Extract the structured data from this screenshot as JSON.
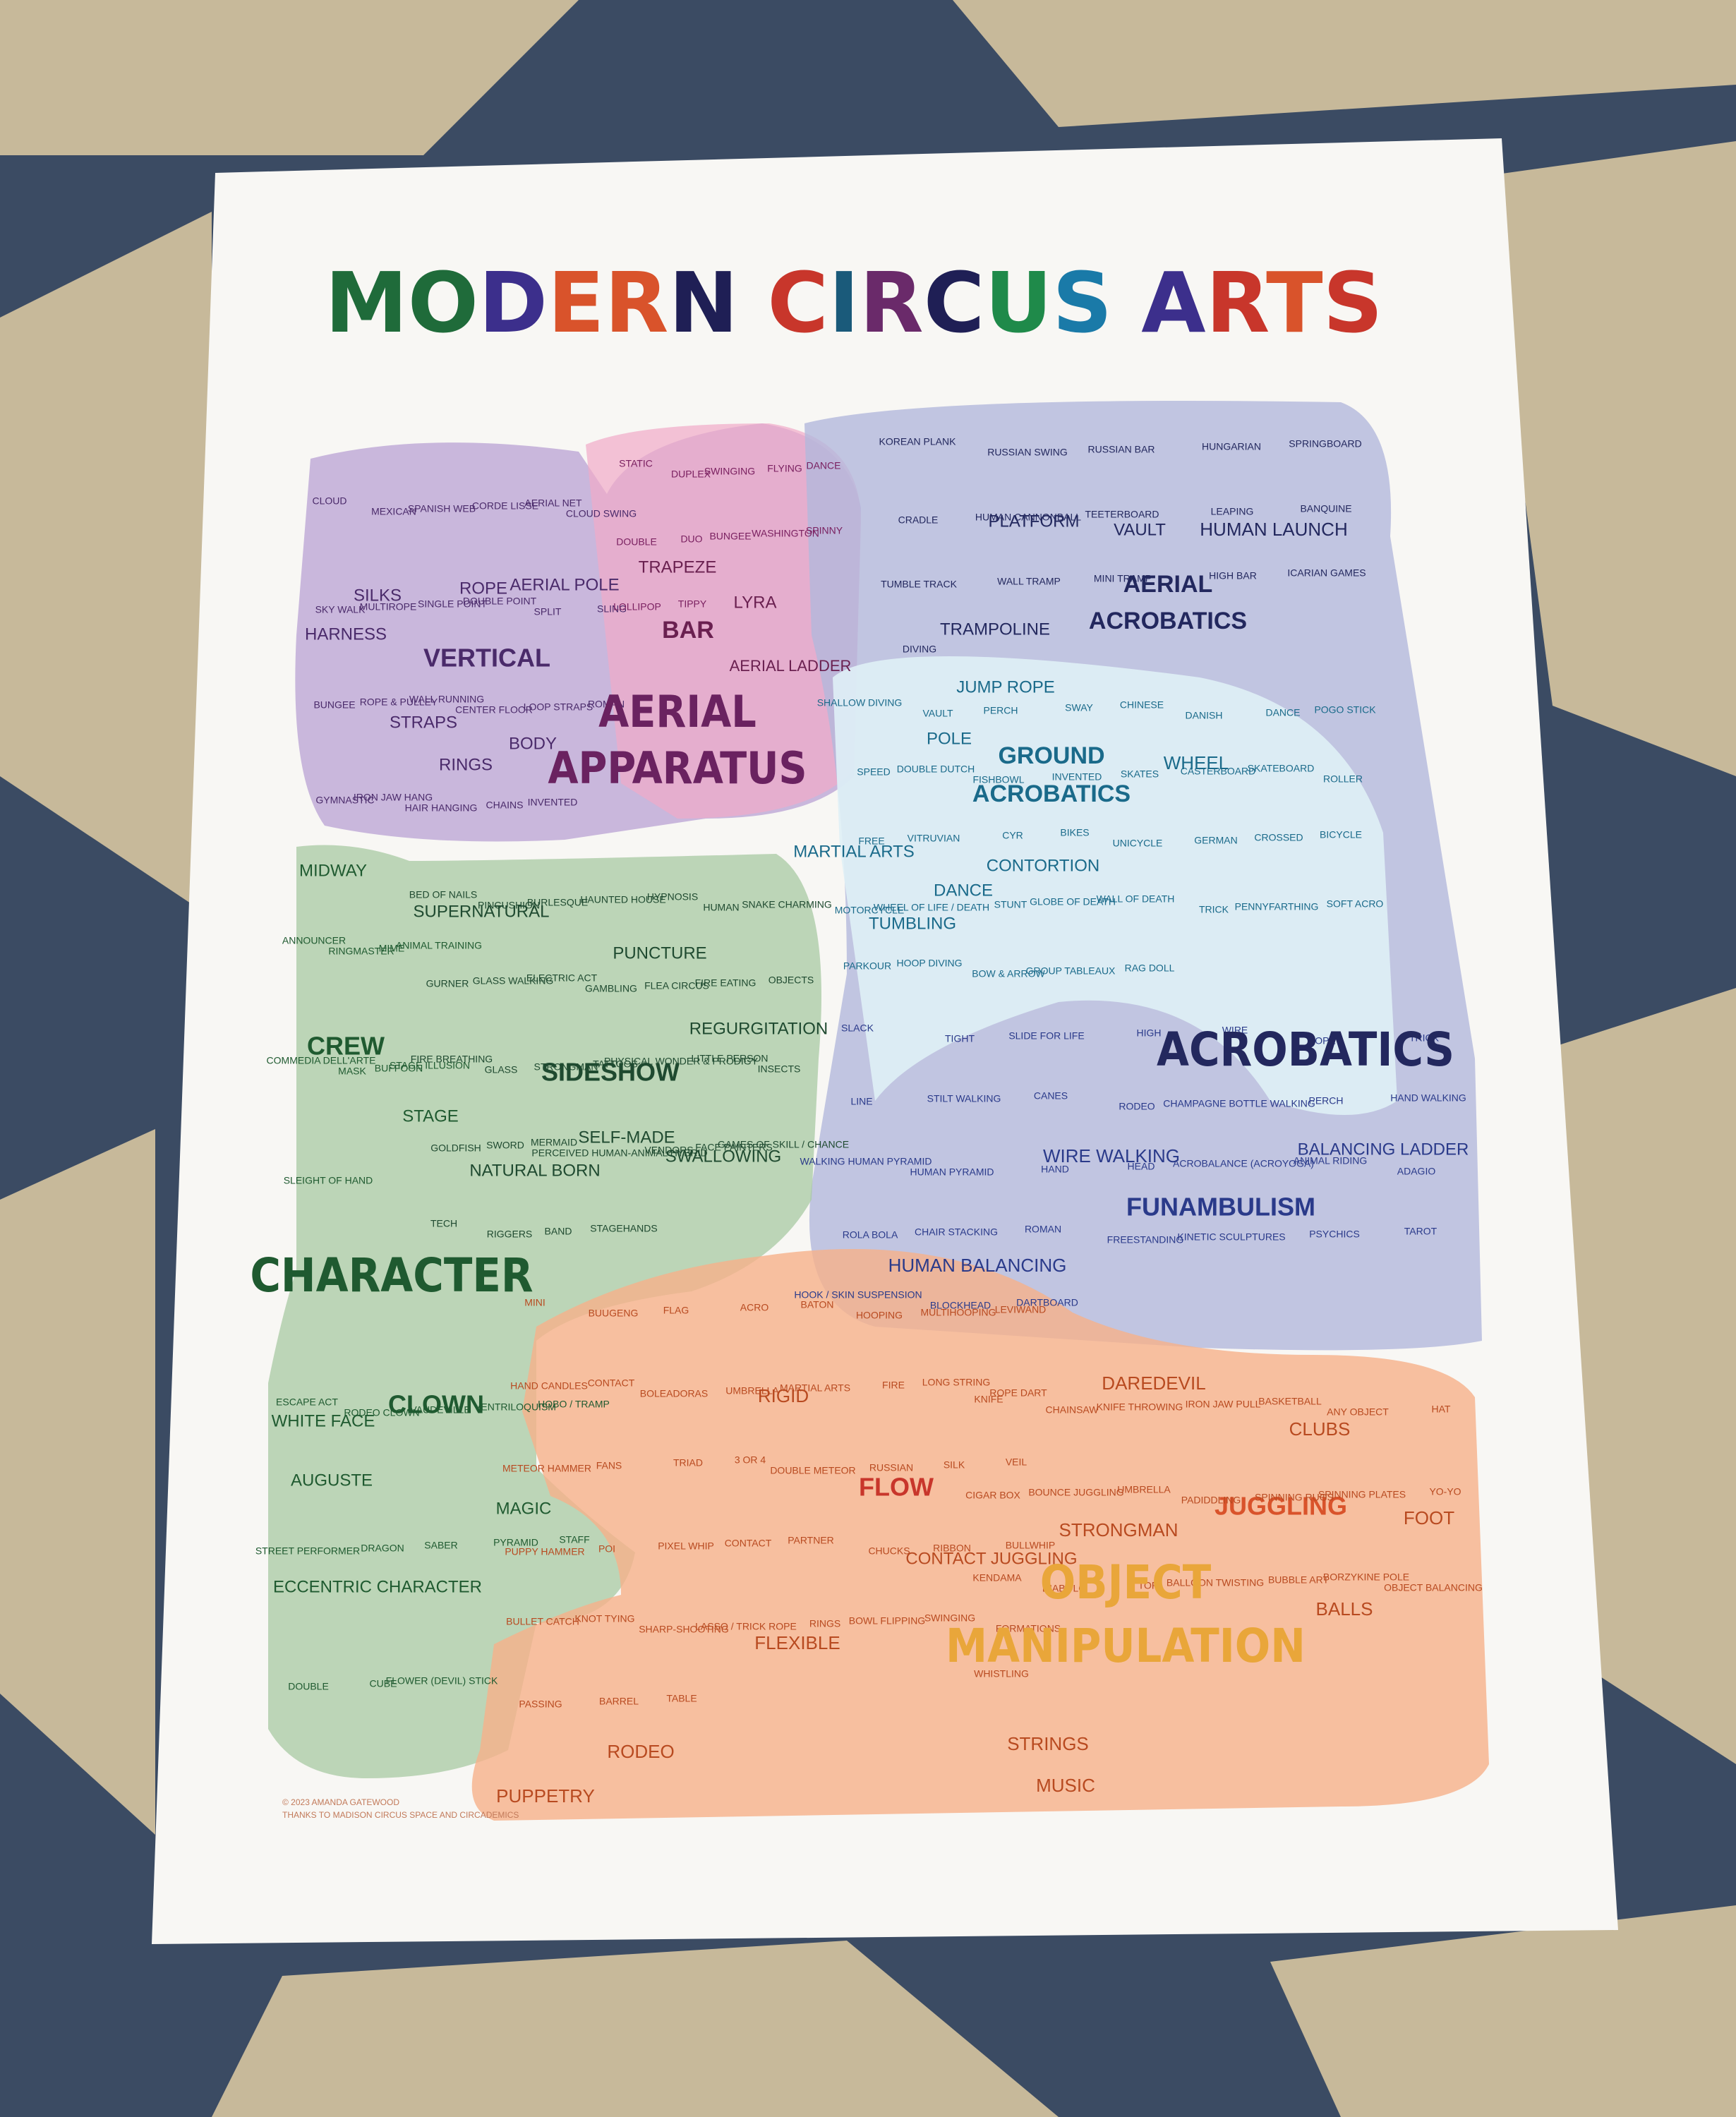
{
  "title": {
    "letters": [
      {
        "ch": "M",
        "color": "#1f6b3a"
      },
      {
        "ch": "O",
        "color": "#1f6b3a"
      },
      {
        "ch": "D",
        "color": "#3c2f8c"
      },
      {
        "ch": "E",
        "color": "#d9532b"
      },
      {
        "ch": "R",
        "color": "#d9532b"
      },
      {
        "ch": "N",
        "color": "#1f1f55"
      },
      {
        "ch": " ",
        "color": "#000000"
      },
      {
        "ch": "C",
        "color": "#c8362b"
      },
      {
        "ch": "I",
        "color": "#1a5a7a"
      },
      {
        "ch": "R",
        "color": "#6a2a6a"
      },
      {
        "ch": "C",
        "color": "#1f1f55"
      },
      {
        "ch": "U",
        "color": "#1f8a4a"
      },
      {
        "ch": "S",
        "color": "#1a7aa8"
      },
      {
        "ch": " ",
        "color": "#000000"
      },
      {
        "ch": "A",
        "color": "#3c2f8c"
      },
      {
        "ch": "R",
        "color": "#c8362b"
      },
      {
        "ch": "T",
        "color": "#d9532b"
      },
      {
        "ch": "S",
        "color": "#c8362b"
      }
    ]
  },
  "credits": [
    "© 2023 AMANDA GATEWOOD",
    "THANKS TO MADISON CIRCUS SPACE AND CIRCADEMICS"
  ],
  "regions": [
    {
      "id": "aerial-apparatus",
      "color": "#b9a2d4",
      "label": [
        "AERIAL",
        "APPARATUS"
      ],
      "label_color": "#6a2260"
    },
    {
      "id": "acrobatics",
      "color": "#b3b8dc",
      "label": [
        "ACROBATICS"
      ],
      "label_color": "#23285e"
    },
    {
      "id": "character",
      "color": "#a8c9a3",
      "label": [
        "CHARACTER"
      ],
      "label_color": "#1f5a30"
    },
    {
      "id": "object-manipulation",
      "color": "#f6b08a",
      "label": [
        "OBJECT",
        "MANIPULATION"
      ],
      "label_color": "#e9a63a"
    }
  ],
  "labels": [
    {
      "t": "VERTICAL",
      "c": "#4a2a6a",
      "s": 36,
      "b": true
    },
    {
      "t": "SILKS",
      "c": "#4a2a6a",
      "s": 24
    },
    {
      "t": "ROPE",
      "c": "#4a2a6a",
      "s": 24
    },
    {
      "t": "AERIAL POLE",
      "c": "#4a2a6a",
      "s": 24
    },
    {
      "t": "HARNESS",
      "c": "#4a2a6a",
      "s": 24
    },
    {
      "t": "STRAPS",
      "c": "#4a2a6a",
      "s": 24
    },
    {
      "t": "RINGS",
      "c": "#4a2a6a",
      "s": 24
    },
    {
      "t": "BODY",
      "c": "#4a2a6a",
      "s": 24
    },
    {
      "t": "TRAPEZE",
      "c": "#6a2050",
      "s": 24
    },
    {
      "t": "BAR",
      "c": "#6a2050",
      "s": 34,
      "b": true
    },
    {
      "t": "LYRA",
      "c": "#6a2050",
      "s": 24
    },
    {
      "t": "AERIAL LADDER",
      "c": "#6a2050",
      "s": 22
    },
    {
      "t": "AERIAL",
      "c": "#23285e",
      "s": 34,
      "b": true
    },
    {
      "t": "ACROBATICS",
      "c": "#23285e",
      "s": 34,
      "b": true
    },
    {
      "t": "PLATFORM",
      "c": "#23285e",
      "s": 24
    },
    {
      "t": "VAULT",
      "c": "#23285e",
      "s": 24
    },
    {
      "t": "HUMAN LAUNCH",
      "c": "#23285e",
      "s": 26
    },
    {
      "t": "TRAMPOLINE",
      "c": "#23285e",
      "s": 24
    },
    {
      "t": "GROUND",
      "c": "#1a6a8a",
      "s": 34,
      "b": true
    },
    {
      "t": "ACROBATICS",
      "c": "#1a6a8a",
      "s": 34,
      "b": true
    },
    {
      "t": "JUMP ROPE",
      "c": "#1a6a8a",
      "s": 24
    },
    {
      "t": "POLE",
      "c": "#1a6a8a",
      "s": 24
    },
    {
      "t": "WHEEL",
      "c": "#1a6a8a",
      "s": 26
    },
    {
      "t": "MARTIAL ARTS",
      "c": "#1a6a8a",
      "s": 24
    },
    {
      "t": "CONTORTION",
      "c": "#1a6a8a",
      "s": 24
    },
    {
      "t": "DANCE",
      "c": "#1a6a8a",
      "s": 24
    },
    {
      "t": "TUMBLING",
      "c": "#1a6a8a",
      "s": 24
    },
    {
      "t": "FUNAMBULISM",
      "c": "#2a3a8a",
      "s": 36,
      "b": true
    },
    {
      "t": "WIRE WALKING",
      "c": "#2a3a8a",
      "s": 26
    },
    {
      "t": "HUMAN BALANCING",
      "c": "#2a3a8a",
      "s": 26
    },
    {
      "t": "BALANCING LADDER",
      "c": "#2a3a8a",
      "s": 24
    },
    {
      "t": "SIDESHOW",
      "c": "#1f4a30",
      "s": 36,
      "b": true
    },
    {
      "t": "SUPERNATURAL",
      "c": "#1f4a30",
      "s": 24
    },
    {
      "t": "PUNCTURE",
      "c": "#1f4a30",
      "s": 24
    },
    {
      "t": "REGURGITATION",
      "c": "#1f4a30",
      "s": 24
    },
    {
      "t": "SELF-MADE",
      "c": "#1f4a30",
      "s": 24
    },
    {
      "t": "NATURAL BORN",
      "c": "#1f4a30",
      "s": 24
    },
    {
      "t": "SWALLOWING",
      "c": "#1f4a30",
      "s": 24
    },
    {
      "t": "CREW",
      "c": "#1f5a30",
      "s": 36,
      "b": true
    },
    {
      "t": "STAGE",
      "c": "#1f5a30",
      "s": 24
    },
    {
      "t": "MIDWAY",
      "c": "#1f5a30",
      "s": 24
    },
    {
      "t": "CLOWN",
      "c": "#1f5a30",
      "s": 36,
      "b": true
    },
    {
      "t": "WHITE FACE",
      "c": "#1f5a30",
      "s": 24
    },
    {
      "t": "AUGUSTE",
      "c": "#1f5a30",
      "s": 24
    },
    {
      "t": "ECCENTRIC CHARACTER",
      "c": "#1f5a30",
      "s": 24
    },
    {
      "t": "MAGIC",
      "c": "#1f5a30",
      "s": 24
    },
    {
      "t": "FLOW",
      "c": "#c8362b",
      "s": 36,
      "b": true
    },
    {
      "t": "RIGID",
      "c": "#b84a20",
      "s": 26
    },
    {
      "t": "FLEXIBLE",
      "c": "#b84a20",
      "s": 26
    },
    {
      "t": "JUGGLING",
      "c": "#d9532b",
      "s": 36,
      "b": true
    },
    {
      "t": "CLUBS",
      "c": "#b84a20",
      "s": 26
    },
    {
      "t": "BALLS",
      "c": "#b84a20",
      "s": 26
    },
    {
      "t": "FOOT",
      "c": "#b84a20",
      "s": 26
    },
    {
      "t": "DAREDEVIL",
      "c": "#b84a20",
      "s": 26
    },
    {
      "t": "STRONGMAN",
      "c": "#b84a20",
      "s": 26
    },
    {
      "t": "CONTACT JUGGLING",
      "c": "#b84a20",
      "s": 24
    },
    {
      "t": "STRINGS",
      "c": "#b84a20",
      "s": 26
    },
    {
      "t": "MUSIC",
      "c": "#b84a20",
      "s": 26
    },
    {
      "t": "RODEO",
      "c": "#b84a20",
      "s": 26
    },
    {
      "t": "PUPPETRY",
      "c": "#b84a20",
      "s": 26
    }
  ],
  "small_labels": [
    "CLOUD",
    "MEXICAN",
    "SPANISH WEB",
    "CORDE LISSE",
    "AERIAL NET",
    "CLOUD SWING",
    "SKY WALK",
    "MULTIROPE",
    "SINGLE POINT",
    "DOUBLE POINT",
    "SPLIT",
    "SLING",
    "BUNGEE",
    "ROPE & PULLEY",
    "WALL RUNNING",
    "CENTER FLOOR",
    "LOOP STRAPS",
    "ROMAN",
    "GYMNASTIC",
    "IRON JAW HANG",
    "HAIR HANGING",
    "CHAINS",
    "INVENTED",
    "STATIC",
    "DUPLEX",
    "SWINGING",
    "FLYING",
    "DANCE",
    "DOUBLE",
    "DUO",
    "BUNGEE",
    "WASHINGTON",
    "SPINNY",
    "LOLLIPOP",
    "TIPPY",
    "KOREAN PLANK",
    "RUSSIAN SWING",
    "RUSSIAN BAR",
    "HUNGARIAN",
    "SPRINGBOARD",
    "CRADLE",
    "HUMAN CANNONBALL",
    "TEETERBOARD",
    "LEAPING",
    "BANQUINE",
    "TUMBLE TRACK",
    "WALL TRAMP",
    "MINI TRAMP",
    "HIGH BAR",
    "ICARIAN GAMES",
    "DIVING",
    "SHALLOW DIVING",
    "VAULT",
    "PERCH",
    "SWAY",
    "CHINESE",
    "DANISH",
    "DANCE",
    "POGO STICK",
    "SPEED",
    "DOUBLE DUTCH",
    "FISHBOWL",
    "INVENTED",
    "SKATES",
    "CASTERBOARD",
    "SKATEBOARD",
    "ROLLER",
    "FREE",
    "VITRUVIAN",
    "CYR",
    "BIKES",
    "UNICYCLE",
    "GERMAN",
    "CROSSED",
    "BICYCLE",
    "MOTORCYCLE",
    "WHEEL OF LIFE / DEATH",
    "STUNT",
    "GLOBE OF DEATH",
    "WALL OF DEATH",
    "TRICK",
    "PENNYFARTHING",
    "SOFT ACRO",
    "PARKOUR",
    "HOOP DIVING",
    "BOW & ARROW",
    "GROUP TABLEAUX",
    "RAG DOLL",
    "SLACK",
    "TIGHT",
    "SLIDE FOR LIFE",
    "HIGH",
    "WIRE",
    "ROPE",
    "TRICK",
    "LINE",
    "STILT WALKING",
    "CANES",
    "RODEO",
    "CHAMPAGNE BOTTLE WALKING",
    "PERCH",
    "HAND WALKING",
    "WALKING HUMAN PYRAMID",
    "HUMAN PYRAMID",
    "HAND",
    "HEAD",
    "ACROBALANCE (ACROYOGA)",
    "ANIMAL RIDING",
    "ADAGIO",
    "ROLA BOLA",
    "CHAIR STACKING",
    "ROMAN",
    "FREESTANDING",
    "KINETIC SCULPTURES",
    "PSYCHICS",
    "TAROT",
    "HOOK / SKIN SUSPENSION",
    "BLOCKHEAD",
    "DARTBOARD",
    "BED OF NAILS",
    "PINCUSHION",
    "BURLESQUE",
    "HAUNTED HOUSE",
    "HYPNOSIS",
    "HUMAN",
    "SNAKE CHARMING",
    "GURNER",
    "GLASS WALKING",
    "ELECTRIC ACT",
    "GAMBLING",
    "FLEA CIRCUS",
    "FIRE EATING",
    "OBJECTS",
    "FIRE BREATHING",
    "GLASS",
    "STRONGMAN",
    "TATTOOS",
    "PHYSICAL WONDER & PRODIGY",
    "LITTLE PERSON",
    "INSECTS",
    "GOLDFISH",
    "SWORD",
    "MERMAID",
    "PERCEIVED HUMAN-ANIMAL HYBRID",
    "VENDORS",
    "FACE PAINTERS",
    "GAMES OF SKILL / CHANCE",
    "TECH",
    "RIGGERS",
    "BAND",
    "STAGEHANDS",
    "ANNOUNCER",
    "RINGMASTER",
    "MIME",
    "ANIMAL TRAINING",
    "COMMEDIA DELL'ARTE",
    "MASK",
    "BUFFOON",
    "STAGE ILLUSION",
    "SLEIGHT OF HAND",
    "ESCAPE ACT",
    "RODEO CLOWN",
    "VAUDEVILLE",
    "VENTRILOQUISM",
    "HOBO / TRAMP",
    "STREET PERFORMER",
    "DRAGON",
    "SABER",
    "PYRAMID",
    "STAFF",
    "DOUBLE",
    "CUBE",
    "FLOWER (DEVIL) STICK",
    "MINI",
    "BUUGENG",
    "FLAG",
    "ACRO",
    "BATON",
    "HOOPING",
    "MULTIHOOPING",
    "LEVIWAND",
    "HAND CANDLES",
    "CONTACT",
    "BOLEADORAS",
    "UMBRELLA",
    "MARTIAL ARTS",
    "FIRE",
    "LONG STRING",
    "ROPE DART",
    "METEOR HAMMER",
    "FANS",
    "TRIAD",
    "3 OR 4",
    "DOUBLE METEOR",
    "RUSSIAN",
    "SILK",
    "VEIL",
    "PUPPY HAMMER",
    "POI",
    "PIXEL WHIP",
    "CONTACT",
    "PARTNER",
    "CHUCKS",
    "RIBBON",
    "BULLWHIP",
    "BULLET CATCH",
    "KNOT TYING",
    "SHARP-SHOOTING",
    "LASSO / TRICK ROPE",
    "RINGS",
    "BOWL FLIPPING",
    "SWINGING",
    "FORMATIONS",
    "PASSING",
    "BARREL",
    "TABLE",
    "KNIFE",
    "CHAINSAW",
    "KNIFE THROWING",
    "IRON JAW PULL",
    "BASKETBALL",
    "ANY OBJECT",
    "HAT",
    "CIGAR BOX",
    "BOUNCE JUGGLING",
    "UMBRELLA",
    "PADIDDLING",
    "SPINNING RUGS",
    "SPINNING PLATES",
    "YO-YO",
    "KENDAMA",
    "DIABOLO",
    "TOP",
    "BALLOON TWISTING",
    "BUBBLE ART",
    "BORZYKINE POLE",
    "OBJECT BALANCING",
    "WHISTLING"
  ]
}
